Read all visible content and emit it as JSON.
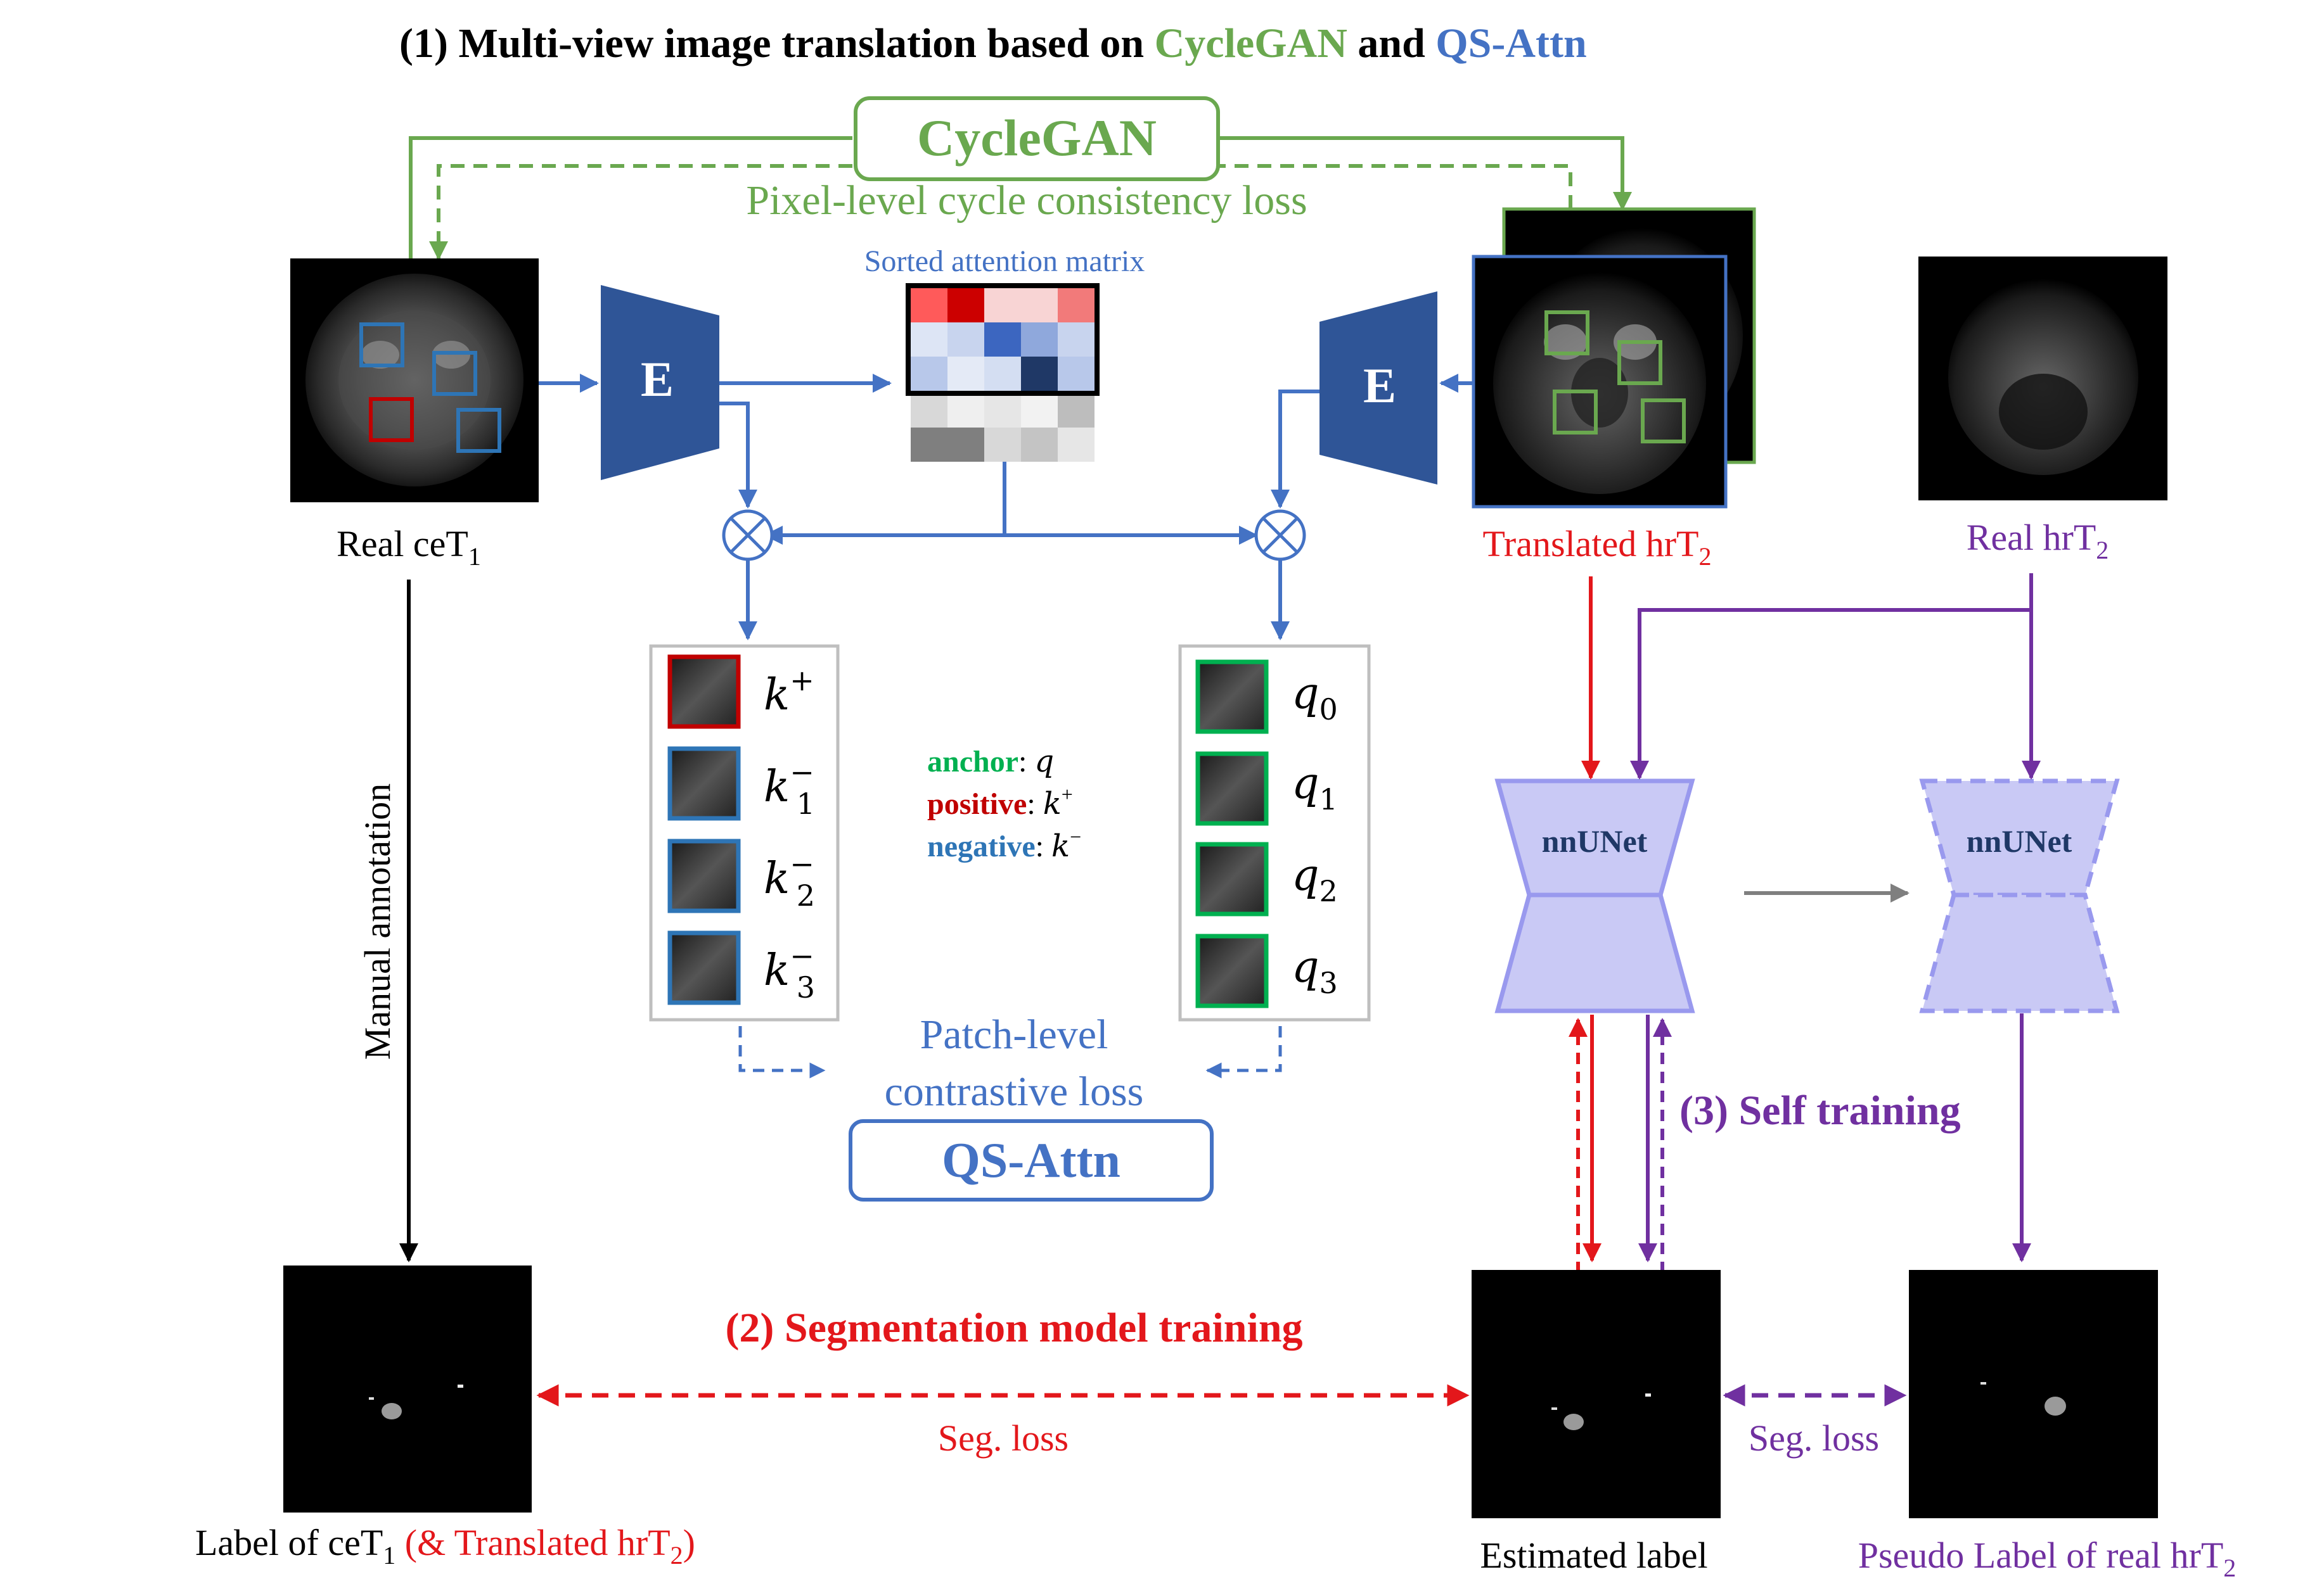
{
  "title": {
    "prefix": "(1) Multi-view image translation based on ",
    "cyclegan": "CycleGAN",
    "and": " and ",
    "qsattn": "QS-Attn"
  },
  "cyclegan": {
    "box_label": "CycleGAN",
    "loss_label": "Pixel-level cycle consistency loss"
  },
  "attention": {
    "label": "Sorted attention matrix"
  },
  "encoder": {
    "label": "E"
  },
  "images": {
    "real_cet1": {
      "label": "Real ceT",
      "sub": "1"
    },
    "translated_hrt2": {
      "label": "Translated hrT",
      "sub": "2"
    },
    "real_hrt2": {
      "label": "Real hrT",
      "sub": "2"
    }
  },
  "keys": [
    {
      "base": "k",
      "sup": "+",
      "sub": ""
    },
    {
      "base": "k",
      "sup": "−",
      "sub": "1"
    },
    {
      "base": "k",
      "sup": "−",
      "sub": "2"
    },
    {
      "base": "k",
      "sup": "−",
      "sub": "3"
    }
  ],
  "queries": [
    {
      "base": "q",
      "sub": "0"
    },
    {
      "base": "q",
      "sub": "1"
    },
    {
      "base": "q",
      "sub": "2"
    },
    {
      "base": "q",
      "sub": "3"
    }
  ],
  "legend": {
    "anchor_label": "anchor",
    "anchor_sym": "q",
    "positive_label": "positive",
    "positive_sym": "k",
    "positive_sup": "+",
    "negative_label": "negative",
    "negative_sym": "k",
    "negative_sup": "−"
  },
  "contrastive": {
    "line1": "Patch-level",
    "line2": "contrastive loss",
    "box_label": "QS-Attn"
  },
  "manual_annotation": "Manual annotation",
  "nnunet": {
    "label": "nnUNet"
  },
  "self_training": "(3) Self training",
  "segmentation": {
    "title": "(2) Segmentation model training"
  },
  "seg_loss": "Seg. loss",
  "labels": {
    "label_cet1_main": "Label of ceT",
    "label_cet1_sub": "1",
    "label_cet1_extra": " (& Translated hrT",
    "label_cet1_extra_sub": "2",
    "label_cet1_extra_end": ")",
    "estimated": "Estimated label",
    "pseudo": "Pseudo Label of real hrT",
    "pseudo_sub": "2"
  },
  "colors": {
    "green": "#6aa84f",
    "blue": "#4472c4",
    "red": "#e3171b",
    "purple": "#7030a0",
    "encoder": "#2f5597",
    "nnunet_fill": "#c9c9f5",
    "nnunet_stroke": "#9999ee",
    "key_red": "#c00000",
    "key_blue": "#2e75b6",
    "query_green": "#00b050"
  }
}
